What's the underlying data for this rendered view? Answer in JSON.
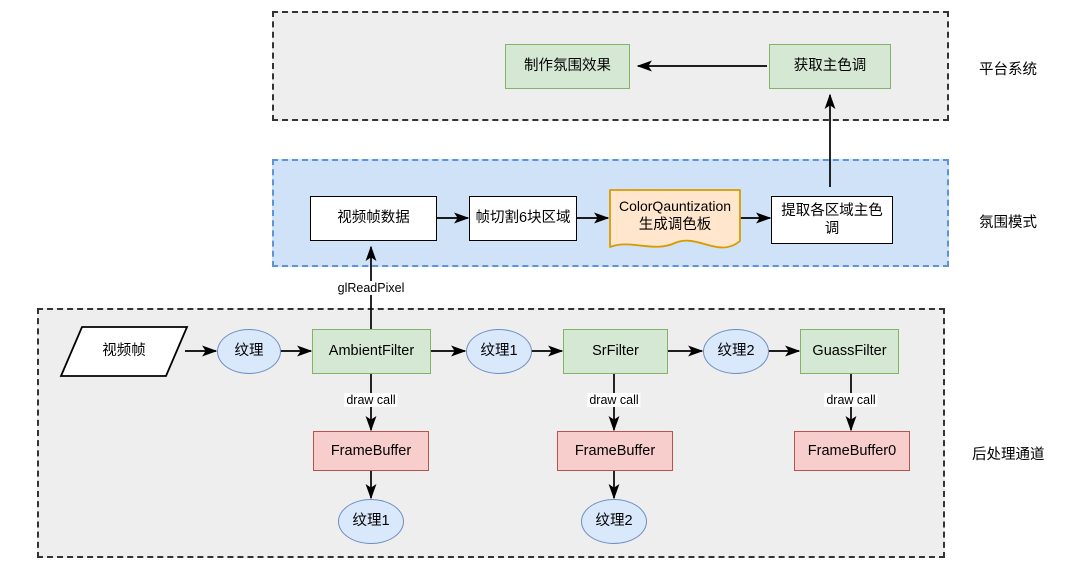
{
  "diagram": {
    "title_present": false,
    "sections": [
      {
        "id": "platform",
        "label": "平台系统",
        "style": "grey-dashed"
      },
      {
        "id": "ambient",
        "label": "氛围模式",
        "style": "blue-dashed"
      },
      {
        "id": "postprocess",
        "label": "后处理通道",
        "style": "grey-dashed"
      }
    ],
    "nodes": {
      "make_ambient_effect": "制作氛围效果",
      "get_main_color": "获取主色调",
      "video_frame_data": "视频帧数据",
      "frame_split": "帧切割6块区域",
      "color_quantization_line1": "ColorQauntization",
      "color_quantization_line2": "生成调色板",
      "extract_region_colors": "提取各区域主色调",
      "video_frame": "视频帧",
      "texture": "纹理",
      "ambient_filter": "AmbientFilter",
      "texture1_a": "纹理1",
      "sr_filter": "SrFilter",
      "texture2_a": "纹理2",
      "guass_filter": "GuassFilter",
      "framebuffer_1": "FrameBuffer",
      "framebuffer_2": "FrameBuffer",
      "framebuffer_0": "FrameBuffer0",
      "texture1_b": "纹理1",
      "texture2_b": "纹理2"
    },
    "edge_labels": {
      "gl_read_pixel": "glReadPixel",
      "draw_call_1": "draw call",
      "draw_call_2": "draw call",
      "draw_call_3": "draw call"
    },
    "colors": {
      "green_fill": "#d5e8d4",
      "green_stroke": "#82b366",
      "blue_fill": "#dae8fc",
      "blue_stroke": "#6c8ebf",
      "red_fill": "#f8cecc",
      "red_stroke": "#b85450",
      "orange_fill": "#ffe6cc",
      "orange_stroke": "#d79b00",
      "white_fill": "#ffffff",
      "black_stroke": "#000000",
      "container_grey_fill": "#eeeeee",
      "container_grey_stroke": "#333333",
      "container_blue_fill": "#cfe2f7",
      "container_blue_stroke": "#5d93d8"
    }
  }
}
